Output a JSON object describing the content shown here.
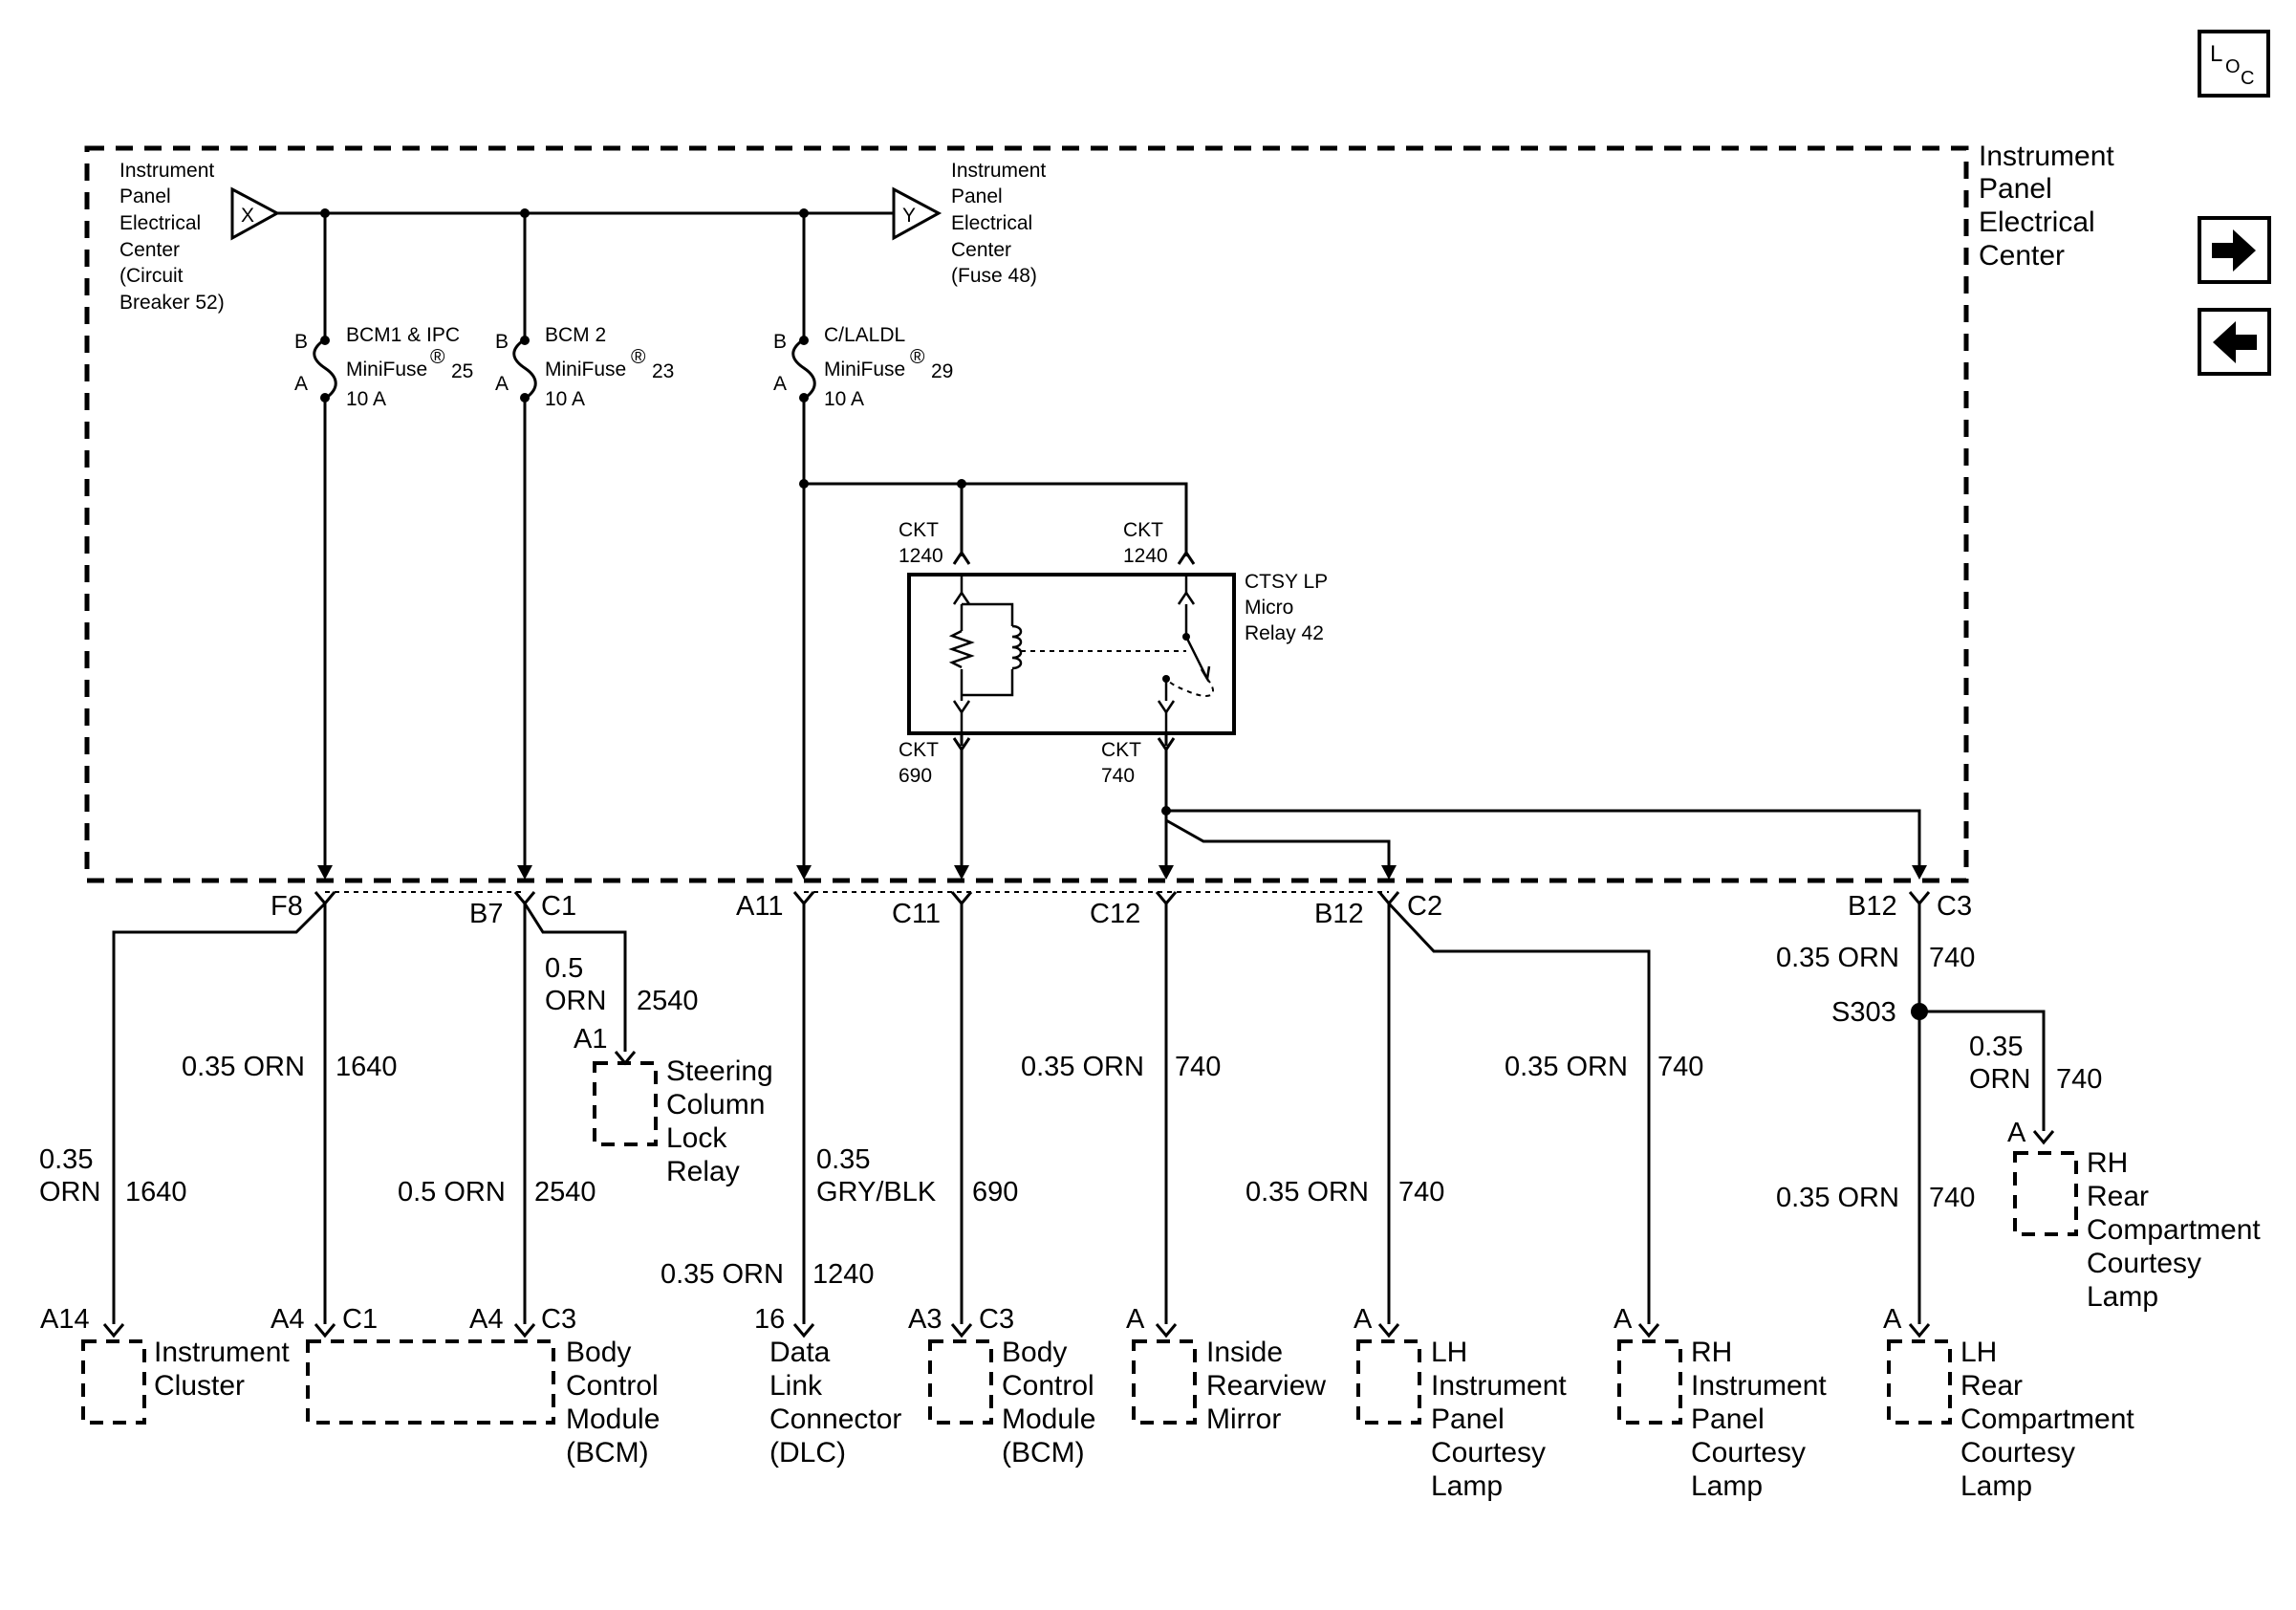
{
  "nav": {
    "loc_main": "L",
    "loc_o": "O",
    "loc_c": "C",
    "forward_icon": "arrow-right-icon",
    "back_icon": "arrow-left-icon"
  },
  "ipec": {
    "label": [
      "Instrument",
      "Panel",
      "Electrical",
      "Center"
    ],
    "source_x": {
      "symbol": "X",
      "label": [
        "Instrument",
        "Panel",
        "Electrical",
        "Center",
        "(Circuit",
        "Breaker 52)"
      ]
    },
    "source_y": {
      "symbol": "Y",
      "label": [
        "Instrument",
        "Panel",
        "Electrical",
        "Center",
        "(Fuse 48)"
      ]
    },
    "fuses": [
      {
        "top": "B",
        "bottom": "A",
        "name": "BCM1 & IPC",
        "type": "MiniFuse",
        "reg": "®",
        "num": "25",
        "rating": "10 A"
      },
      {
        "top": "B",
        "bottom": "A",
        "name": "BCM 2",
        "type": "MiniFuse",
        "reg": "®",
        "num": "23",
        "rating": "10 A"
      },
      {
        "top": "B",
        "bottom": "A",
        "name": "C/LALDL",
        "type": "MiniFuse",
        "reg": "®",
        "num": "29",
        "rating": "10 A"
      }
    ],
    "relay": {
      "label": [
        "CTSY LP",
        "Micro",
        "Relay 42"
      ],
      "ckt_in_left": [
        "CKT",
        "1240"
      ],
      "ckt_in_right": [
        "CKT",
        "1240"
      ],
      "ckt_out_left": [
        "CKT",
        "690"
      ],
      "ckt_out_right": [
        "CKT",
        "740"
      ]
    }
  },
  "connectors": {
    "c1_f8": "F8",
    "c1_b7": "B7",
    "c1": "C1",
    "a11": "A11",
    "c11": "C11",
    "c12": "C12",
    "c2_b12": "B12",
    "c2": "C2",
    "c3_b12": "B12",
    "c3": "C3"
  },
  "wires": {
    "w1640_left": {
      "gauge": "0.35",
      "color": "ORN",
      "circuit": "1640"
    },
    "w1640_mid": {
      "gauge": "0.35 ORN",
      "circuit": "1640"
    },
    "w2540_top": {
      "gauge": "0.5",
      "color": "ORN",
      "circuit": "2540"
    },
    "w2540_bot": {
      "gauge": "0.5 ORN",
      "circuit": "2540"
    },
    "w690": {
      "gauge": "0.35",
      "color": "GRY/BLK",
      "circuit": "690"
    },
    "w1240": {
      "gauge": "0.35 ORN",
      "circuit": "1240"
    },
    "w740_c12": {
      "gauge": "0.35 ORN",
      "circuit": "740"
    },
    "w740_lh": {
      "gauge": "0.35 ORN",
      "circuit": "740"
    },
    "w740_rhip": {
      "gauge": "0.35 ORN",
      "circuit": "740"
    },
    "w740_c3": {
      "gauge": "0.35 ORN",
      "circuit": "740"
    },
    "w740_rh_rear": {
      "gauge": "0.35",
      "color": "ORN",
      "circuit": "740"
    },
    "w740_lh_rear": {
      "gauge": "0.35 ORN",
      "circuit": "740"
    }
  },
  "splice": "S303",
  "components": {
    "instrument_cluster": {
      "pin": "A14",
      "label": [
        "Instrument",
        "Cluster"
      ]
    },
    "bcm_left": {
      "pin_a": "A4",
      "conn_a": "C1",
      "pin_b": "A4",
      "conn_b": "C3",
      "label": [
        "Body",
        "Control",
        "Module",
        "(BCM)"
      ]
    },
    "steering_lock": {
      "pin": "A1",
      "label": [
        "Steering",
        "Column",
        "Lock",
        "Relay"
      ]
    },
    "dlc": {
      "pin": "16",
      "label": [
        "Data",
        "Link",
        "Connector",
        "(DLC)"
      ]
    },
    "bcm_right": {
      "pin": "A3",
      "conn": "C3",
      "label": [
        "Body",
        "Control",
        "Module",
        "(BCM)"
      ]
    },
    "mirror": {
      "pin": "A",
      "label": [
        "Inside",
        "Rearview",
        "Mirror"
      ]
    },
    "lh_ip_lamp": {
      "pin": "A",
      "label": [
        "LH",
        "Instrument",
        "Panel",
        "Courtesy",
        "Lamp"
      ]
    },
    "rh_ip_lamp": {
      "pin": "A",
      "label": [
        "RH",
        "Instrument",
        "Panel",
        "Courtesy",
        "Lamp"
      ]
    },
    "lh_rear_lamp": {
      "pin": "A",
      "label": [
        "LH",
        "Rear",
        "Compartment",
        "Courtesy",
        "Lamp"
      ]
    },
    "rh_rear_lamp": {
      "pin": "A",
      "label": [
        "RH",
        "Rear",
        "Compartment",
        "Courtesy",
        "Lamp"
      ]
    }
  }
}
